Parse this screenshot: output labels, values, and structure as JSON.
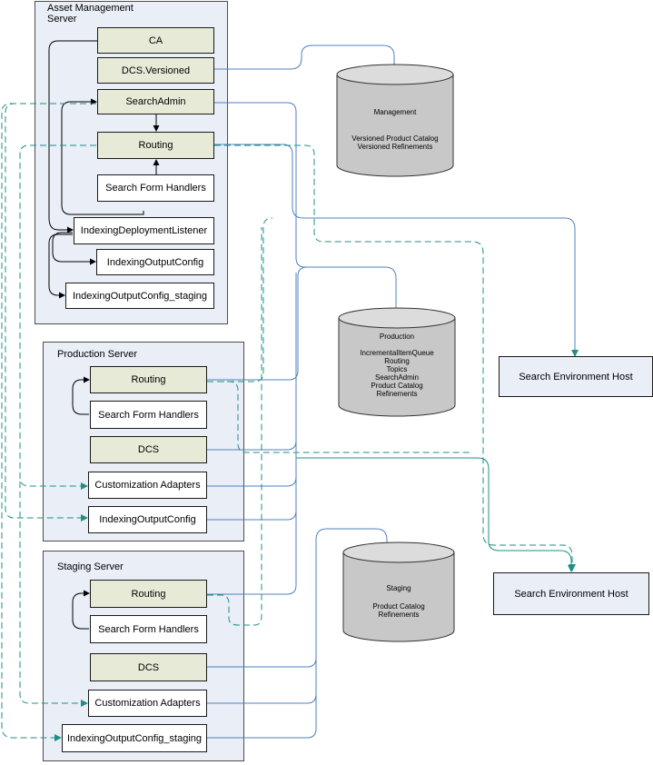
{
  "servers": {
    "asset": {
      "title": "Asset Management\nServer",
      "components": {
        "ca": "CA",
        "dcs_versioned": "DCS.Versioned",
        "search_admin": "SearchAdmin",
        "routing": "Routing",
        "search_form_handlers": "Search Form Handlers",
        "indexing_deployment_listener": "IndexingDeploymentListener",
        "indexing_output_config": "IndexingOutputConfig",
        "indexing_output_config_staging": "IndexingOutputConfig_staging"
      }
    },
    "production": {
      "title": "Production Server",
      "components": {
        "routing": "Routing",
        "search_form_handlers": "Search Form Handlers",
        "dcs": "DCS",
        "customization_adapters": "Customization Adapters",
        "indexing_output_config": "IndexingOutputConfig"
      }
    },
    "staging": {
      "title": "Staging Server",
      "components": {
        "routing": "Routing",
        "search_form_handlers": "Search Form Handlers",
        "dcs": "DCS",
        "customization_adapters": "Customization Adapters",
        "indexing_output_config_staging": "IndexingOutputConfig_staging"
      }
    }
  },
  "databases": {
    "management": {
      "name": "Management",
      "contents": [
        "Versioned Product Catalog",
        "Versioned Refinements"
      ]
    },
    "production": {
      "name": "Production",
      "contents": [
        "IncrementalItemQueue",
        "Routing",
        "Topics",
        "SearchAdmin",
        "Product Catalog",
        "Refinements"
      ]
    },
    "staging": {
      "name": "Staging",
      "contents": [
        "Product Catalog",
        "Refinements"
      ]
    }
  },
  "hosts": {
    "host1": "Search Environment Host",
    "host2": "Search Environment Host"
  },
  "colors": {
    "solid_link": "#4f81bd",
    "dashed_link": "#1f8f84",
    "arrow": "#000000",
    "server_fill": "#e9eef7",
    "component_fill": "#e8ead8",
    "db_fill": "#c8c8c8"
  }
}
